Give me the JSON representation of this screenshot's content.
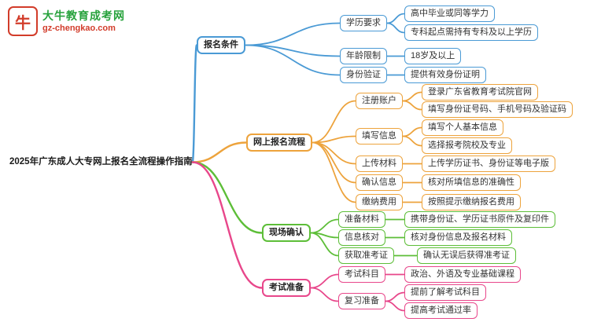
{
  "logo": {
    "icon_text": "牛",
    "site_name": "大牛教育成考网",
    "site_url": "gz-chengkao.com"
  },
  "colors": {
    "blue": "#4a9ad5",
    "orange": "#eda33c",
    "green": "#5dbe38",
    "pink": "#e8478b",
    "logo_red": "#d23c2a",
    "logo_green": "#27a23c"
  },
  "mindmap": {
    "root": "2025年广东成人大专网上报名全流程操作指南",
    "branches": [
      {
        "label": "报名条件",
        "children": [
          {
            "label": "学历要求",
            "leaves": [
              "高中毕业或同等学力",
              "专科起点需持有专科及以上学历"
            ]
          },
          {
            "label": "年龄限制",
            "leaves": [
              "18岁及以上"
            ]
          },
          {
            "label": "身份验证",
            "leaves": [
              "提供有效身份证明"
            ]
          }
        ]
      },
      {
        "label": "网上报名流程",
        "children": [
          {
            "label": "注册账户",
            "leaves": [
              "登录广东省教育考试院官网",
              "填写身份证号码、手机号码及验证码"
            ]
          },
          {
            "label": "填写信息",
            "leaves": [
              "填写个人基本信息",
              "选择报考院校及专业"
            ]
          },
          {
            "label": "上传材料",
            "leaves": [
              "上传学历证书、身份证等电子版"
            ]
          },
          {
            "label": "确认信息",
            "leaves": [
              "核对所填信息的准确性"
            ]
          },
          {
            "label": "缴纳费用",
            "leaves": [
              "按照提示缴纳报名费用"
            ]
          }
        ]
      },
      {
        "label": "现场确认",
        "children": [
          {
            "label": "准备材料",
            "leaves": [
              "携带身份证、学历证书原件及复印件"
            ]
          },
          {
            "label": "信息核对",
            "leaves": [
              "核对身份信息及报名材料"
            ]
          },
          {
            "label": "获取准考证",
            "leaves": [
              "确认无误后获得准考证"
            ]
          }
        ]
      },
      {
        "label": "考试准备",
        "children": [
          {
            "label": "考试科目",
            "leaves": [
              "政治、外语及专业基础课程"
            ]
          },
          {
            "label": "复习准备",
            "leaves": [
              "提前了解考试科目",
              "提高考试通过率"
            ]
          }
        ]
      }
    ]
  }
}
